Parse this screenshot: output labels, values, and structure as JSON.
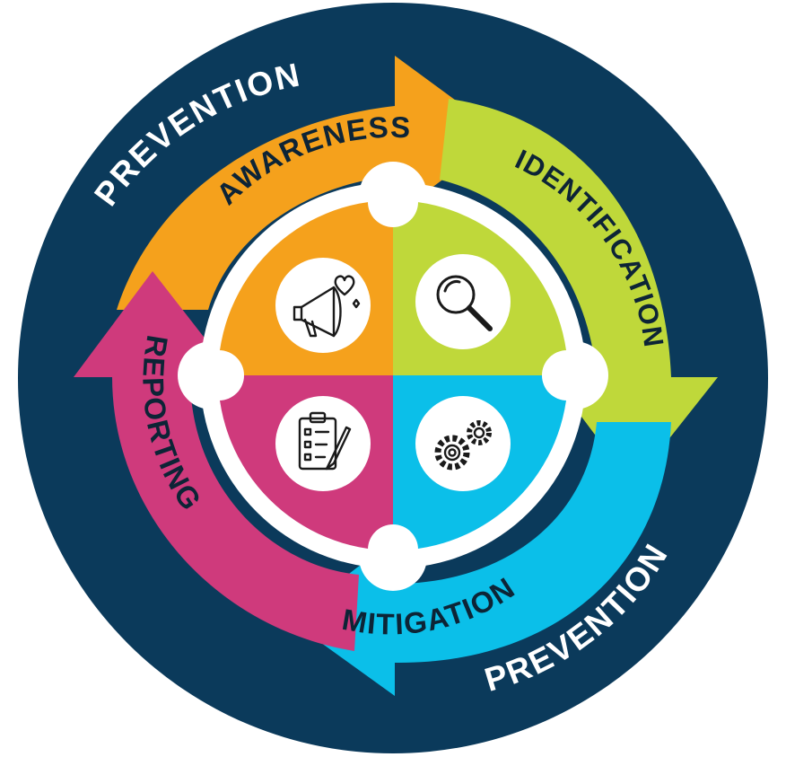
{
  "colors": {
    "navy": "#0b3a5b",
    "orange": "#f5a11c",
    "green": "#bfd83a",
    "cyan": "#0bbfe9",
    "magenta": "#cf3a7c",
    "white": "#ffffff",
    "label_dark": "#0d2436",
    "icon_stroke": "#1a1a1a"
  },
  "outer_labels": {
    "top_left": "PREVENTION",
    "bottom_right": "PREVENTION"
  },
  "stages": [
    {
      "label": "AWARENESS",
      "color": "orange",
      "icon": "megaphone-icon"
    },
    {
      "label": "IDENTIFICATION",
      "color": "green",
      "icon": "magnifier-icon"
    },
    {
      "label": "MITIGATION",
      "color": "cyan",
      "icon": "gears-icon"
    },
    {
      "label": "REPORTING",
      "color": "magenta",
      "icon": "clipboard-checklist-icon"
    }
  ]
}
